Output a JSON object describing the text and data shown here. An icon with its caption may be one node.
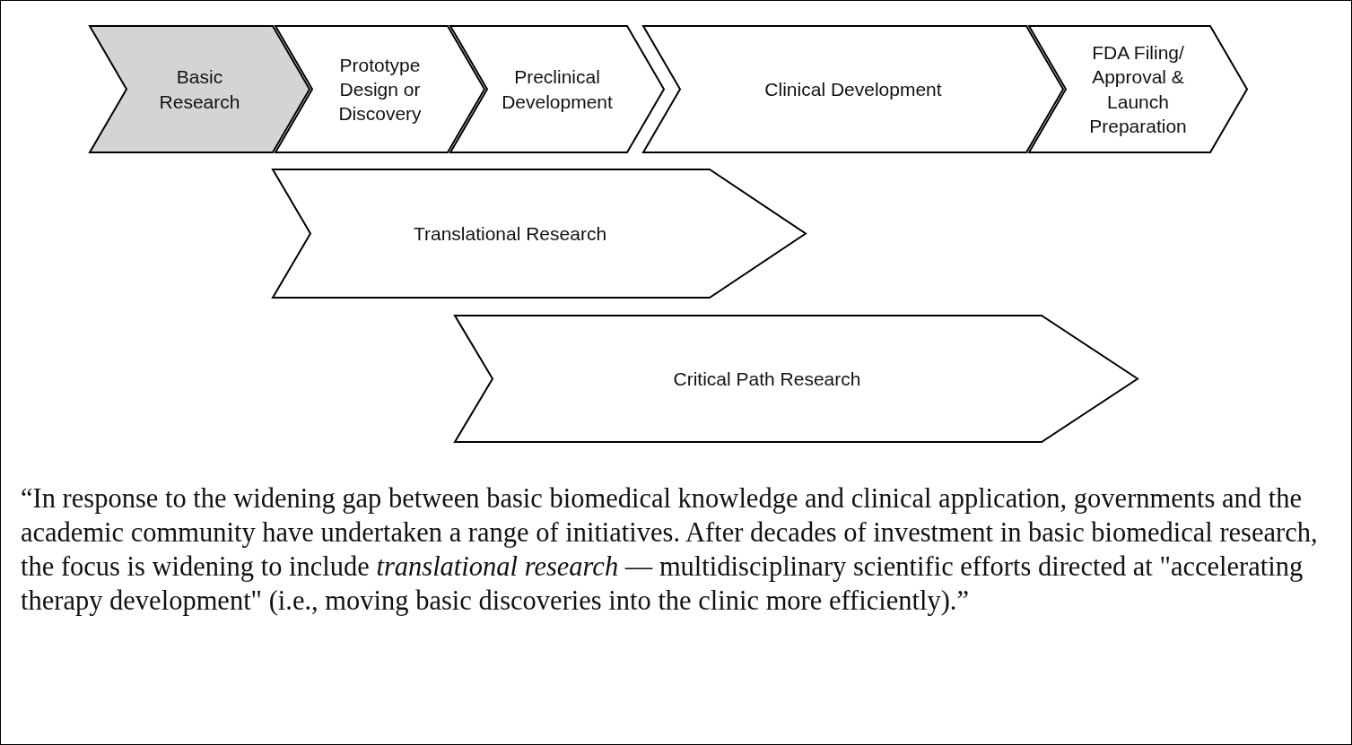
{
  "diagram": {
    "nodes": [
      {
        "text": [
          "Basic Research"
        ]
      },
      {
        "text": [
          "Prototype Design or Discovery"
        ]
      },
      {
        "text": [
          "Preclinical Development"
        ]
      },
      {
        "text": [
          "Clinical Development"
        ]
      },
      {
        "text": [
          "FDA Filing/ Approval & Launch Preparation"
        ]
      },
      {
        "text": [
          "Translational Research"
        ]
      },
      {
        "text": [
          "Critical Path Research"
        ]
      }
    ],
    "caption": "“In response to the widening gap between basic biomedical knowledge and clinical application, governments and the academic community have undertaken a range of initiatives. After decades of investment in basic biomedical research, the focus is widening to include *translational research* — multidisciplinary scientific efforts directed at \"accelerating therapy development\" (i.e., moving basic discoveries into the clinic more efficiently).”"
  }
}
